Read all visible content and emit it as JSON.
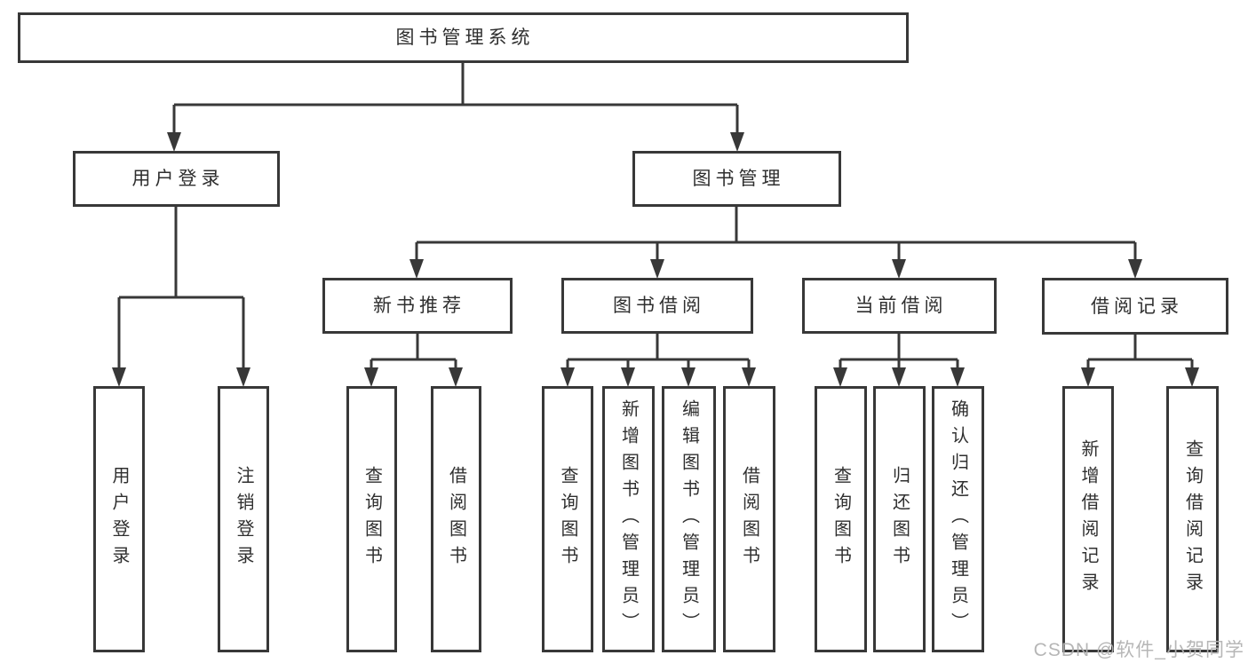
{
  "diagram": {
    "root": {
      "label": "图书管理系统"
    },
    "level2": [
      {
        "label": "用户登录"
      },
      {
        "label": "图书管理"
      }
    ],
    "level3": [
      {
        "label": "新书推荐"
      },
      {
        "label": "图书借阅"
      },
      {
        "label": "当前借阅"
      },
      {
        "label": "借阅记录"
      }
    ],
    "leaves": {
      "user_login": [
        "用户登录",
        "注销登录"
      ],
      "new_book": [
        "查询图书",
        "借阅图书"
      ],
      "book_borrow": [
        "查询图书",
        "新增图书（管理员）",
        "编辑图书（管理员）",
        "借阅图书"
      ],
      "current_borrow": [
        "查询图书",
        "归还图书",
        "确认归还（管理员）"
      ],
      "borrow_records": [
        "新增借阅记录",
        "查询借阅记录"
      ]
    }
  },
  "watermark": {
    "text": "CSDN @软件_小贺同学"
  },
  "colors": {
    "line": "#383838",
    "box_border": "#383838",
    "text": "#2f2f2f",
    "watermark_text": "#b3b3b3",
    "background": "#ffffff"
  }
}
